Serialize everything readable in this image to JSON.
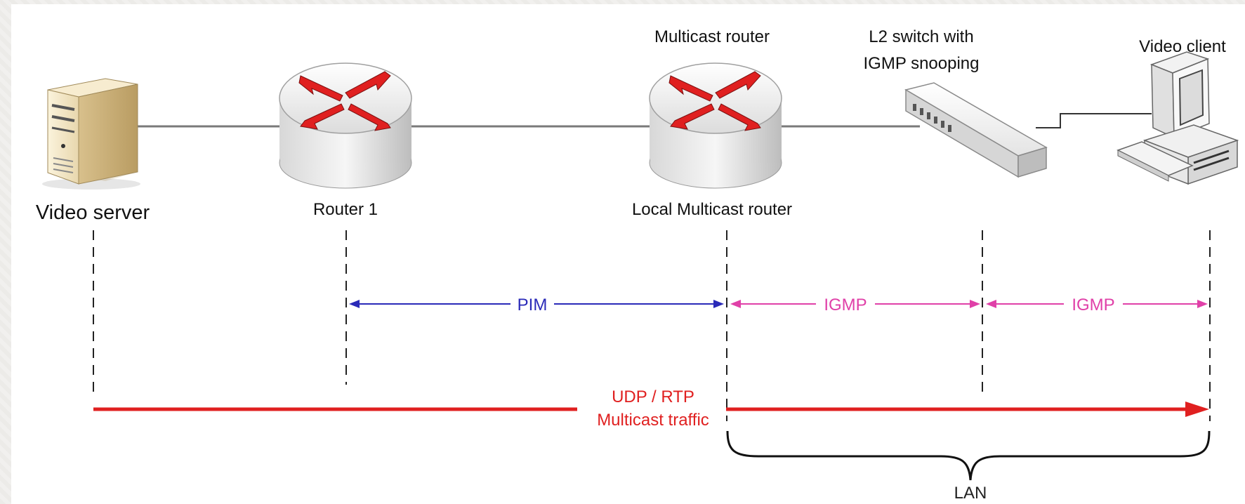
{
  "nodes": {
    "video_server": {
      "label": "Video server"
    },
    "router1": {
      "label": "Router 1"
    },
    "multicast_router": {
      "top_label": "Multicast router",
      "bottom_label": "Local Multicast router"
    },
    "switch": {
      "label_line1": "L2 switch with",
      "label_line2": "IGMP snooping"
    },
    "video_client": {
      "label": "Video client"
    }
  },
  "protocols": {
    "pim": "PIM",
    "igmp_1": "IGMP",
    "igmp_2": "IGMP"
  },
  "traffic": {
    "line1": "UDP / RTP",
    "line2": "Multicast traffic"
  },
  "lan_label": "LAN",
  "colors": {
    "pim": "#2a2ab8",
    "igmp": "#e040a8",
    "traffic": "#e02020",
    "link": "#7a7a7a",
    "router_arrow": "#e02020"
  },
  "icons": {
    "video_server": "server-tower-icon",
    "router": "router-cylinder-icon",
    "switch": "network-switch-icon",
    "video_client": "desktop-computer-icon"
  }
}
